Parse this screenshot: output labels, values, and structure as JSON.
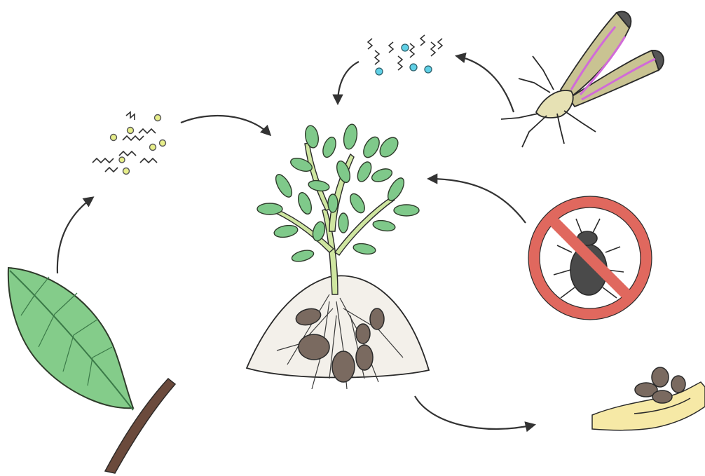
{
  "diagram": {
    "type": "illustrated-cycle",
    "colors": {
      "leaf_green": "#7fc98a",
      "leaf_outline": "#2e3b2a",
      "stem_brown": "#6b4a3c",
      "soil": "#f3f0ea",
      "tuber": "#7a6a60",
      "volatile_yellow": "#e7ee8a",
      "volatile_blue": "#5fd0e6",
      "moth_body": "#c9c392",
      "moth_stripe": "#d16bd8",
      "prohibition_red": "#e0685e",
      "beetle": "#4a4a4a",
      "hand": "#f6e9a6",
      "arrow": "#333333"
    },
    "nodes": [
      {
        "id": "damaged-leaf",
        "icon": "leaf-icon"
      },
      {
        "id": "leaf-volatiles",
        "icon": "yellow-volatiles-icon"
      },
      {
        "id": "potato-plant",
        "icon": "potato-plant-icon"
      },
      {
        "id": "moth-volatiles",
        "icon": "blue-volatiles-icon"
      },
      {
        "id": "moth",
        "icon": "moth-icon"
      },
      {
        "id": "no-pest",
        "icon": "no-beetle-icon"
      },
      {
        "id": "harvest",
        "icon": "hand-with-tubers-icon"
      }
    ],
    "edges": [
      {
        "from": "damaged-leaf",
        "to": "leaf-volatiles"
      },
      {
        "from": "leaf-volatiles",
        "to": "potato-plant"
      },
      {
        "from": "moth",
        "to": "moth-volatiles"
      },
      {
        "from": "moth-volatiles",
        "to": "potato-plant"
      },
      {
        "from": "no-pest",
        "to": "potato-plant"
      },
      {
        "from": "potato-plant",
        "to": "harvest"
      }
    ]
  }
}
